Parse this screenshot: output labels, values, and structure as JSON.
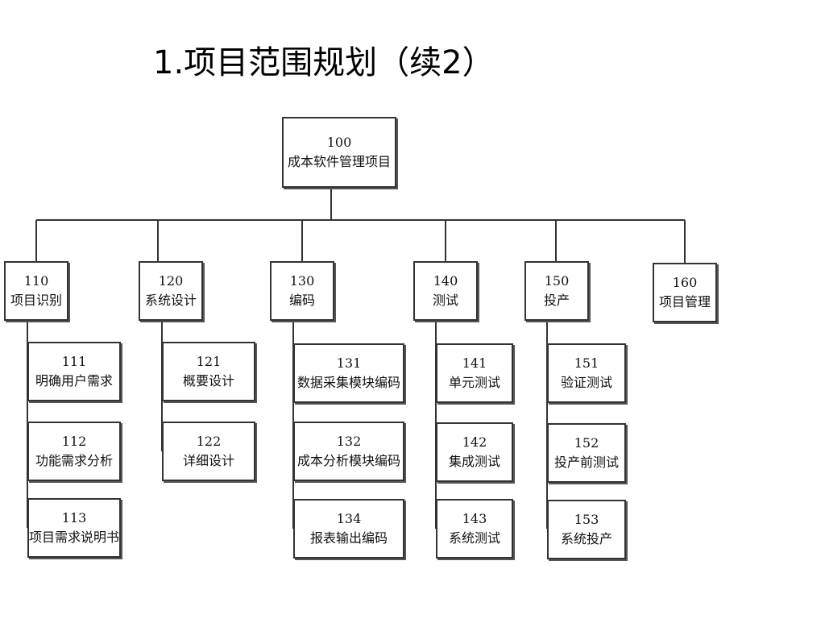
{
  "title": "1.项目范围规划（续2）",
  "root": {
    "code": "100",
    "label": "成本软件管理项目"
  },
  "branches": [
    {
      "code": "110",
      "label": "项目识别",
      "children": [
        {
          "code": "111",
          "label": "明确用户需求"
        },
        {
          "code": "112",
          "label": "功能需求分析"
        },
        {
          "code": "113",
          "label": "项目需求说明书"
        }
      ]
    },
    {
      "code": "120",
      "label": "系统设计",
      "children": [
        {
          "code": "121",
          "label": "概要设计"
        },
        {
          "code": "122",
          "label": "详细设计"
        }
      ]
    },
    {
      "code": "130",
      "label": "编码",
      "children": [
        {
          "code": "131",
          "label": "数据采集模块编码"
        },
        {
          "code": "132",
          "label": "成本分析模块编码"
        },
        {
          "code": "134",
          "label": "报表输出编码"
        }
      ]
    },
    {
      "code": "140",
      "label": "测试",
      "children": [
        {
          "code": "141",
          "label": "单元测试"
        },
        {
          "code": "142",
          "label": "集成测试"
        },
        {
          "code": "143",
          "label": "系统测试"
        }
      ]
    },
    {
      "code": "150",
      "label": "投产",
      "children": [
        {
          "code": "151",
          "label": "验证测试"
        },
        {
          "code": "152",
          "label": "投产前测试"
        },
        {
          "code": "153",
          "label": "系统投产"
        }
      ]
    },
    {
      "code": "160",
      "label": "项目管理",
      "children": []
    }
  ]
}
